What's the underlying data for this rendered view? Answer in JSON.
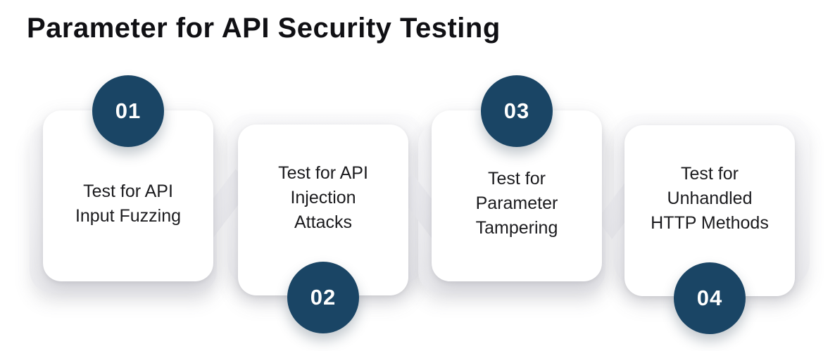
{
  "title": "Parameter for API Security Testing",
  "colors": {
    "accent_circle": "#1A4565",
    "circle_text": "#FFFFFF",
    "title_text": "#101014",
    "card_text": "#1B1B1E"
  },
  "steps": [
    {
      "number": "01",
      "number_position": "top",
      "label": "Test for API Input Fuzzing",
      "label_lines": [
        "Test for API",
        "Input Fuzzing"
      ]
    },
    {
      "number": "02",
      "number_position": "bottom",
      "label": "Test for API Injection Attacks",
      "label_lines": [
        "Test for API",
        "Injection",
        "Attacks"
      ]
    },
    {
      "number": "03",
      "number_position": "top",
      "label": "Test for Parameter Tampering",
      "label_lines": [
        "Test for",
        "Parameter",
        "Tampering"
      ]
    },
    {
      "number": "04",
      "number_position": "bottom",
      "label": "Test for Unhandled HTTP Methods",
      "label_lines": [
        "Test for",
        "Unhandled",
        "HTTP Methods"
      ]
    }
  ]
}
